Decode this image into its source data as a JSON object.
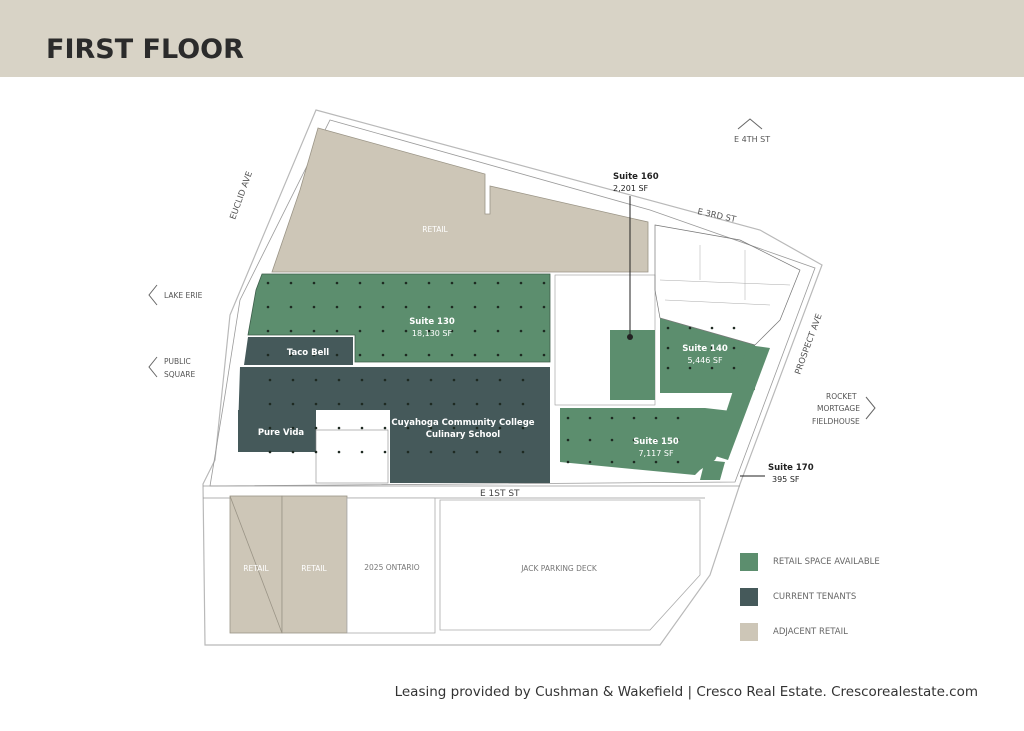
{
  "header": {
    "title": "FIRST FLOOR"
  },
  "colors": {
    "available": "#5c8e6e",
    "tenant": "#45595a",
    "adjacent": "#cdc6b7",
    "header_bg": "#d8d3c6"
  },
  "streets": {
    "euclid": "EUCLID AVE",
    "e4th": "E 4TH ST",
    "e3rd": "E 3RD ST",
    "prospect": "PROSPECT AVE",
    "e1st": "E 1ST ST"
  },
  "directions": {
    "lake_erie": "LAKE ERIE",
    "public_square_1": "PUBLIC",
    "public_square_2": "SQUARE",
    "rocket_1": "ROCKET",
    "rocket_2": "MORTGAGE",
    "rocket_3": "FIELDHOUSE"
  },
  "spaces": {
    "suite130_name": "Suite 130",
    "suite130_sf": "18,130 SF",
    "suite140_name": "Suite 140",
    "suite140_sf": "5,446 SF",
    "suite150_name": "Suite 150",
    "suite150_sf": "7,117 SF",
    "suite160_name": "Suite 160",
    "suite160_sf": "2,201 SF",
    "suite170_name": "Suite 170",
    "suite170_sf": "395 SF",
    "taco_bell": "Taco Bell",
    "pure_vida": "Pure Vida",
    "tri_c_1": "Cuyahoga Community College",
    "tri_c_2": "Culinary School",
    "retail_top": "RETAIL",
    "retail_left": "RETAIL",
    "retail_right": "RETAIL",
    "ontario": "2025 ONTARIO",
    "parking": "JACK PARKING DECK"
  },
  "legend": {
    "available": "RETAIL SPACE AVAILABLE",
    "tenants": "CURRENT TENANTS",
    "adjacent": "ADJACENT RETAIL"
  },
  "footer": {
    "text": "Leasing provided by Cushman & Wakefield | Cresco Real Estate. Crescorealestate.com"
  }
}
